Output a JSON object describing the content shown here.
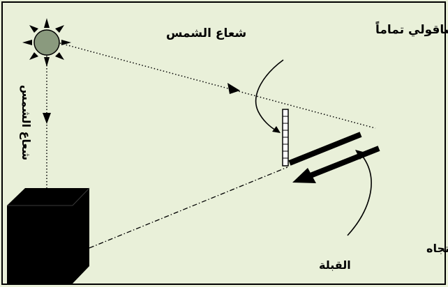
{
  "colors": {
    "background": "#e9f0d9",
    "ink": "#000000",
    "sun_fill": "#8a9a7e"
  },
  "labels": {
    "sun_ray_top": "شعاع الشمس",
    "sun_ray_vertical": "شعاع الشمس",
    "gnomon": "شاخص شاقولي تماماً",
    "shadow_line1": "ظل الشاخص على الأرض وهو اتجاه",
    "shadow_line2": "القبلة"
  },
  "icons": {
    "sun": "sun-icon",
    "kaaba": "kaaba-cube",
    "gnomon": "gnomon-ruler"
  }
}
